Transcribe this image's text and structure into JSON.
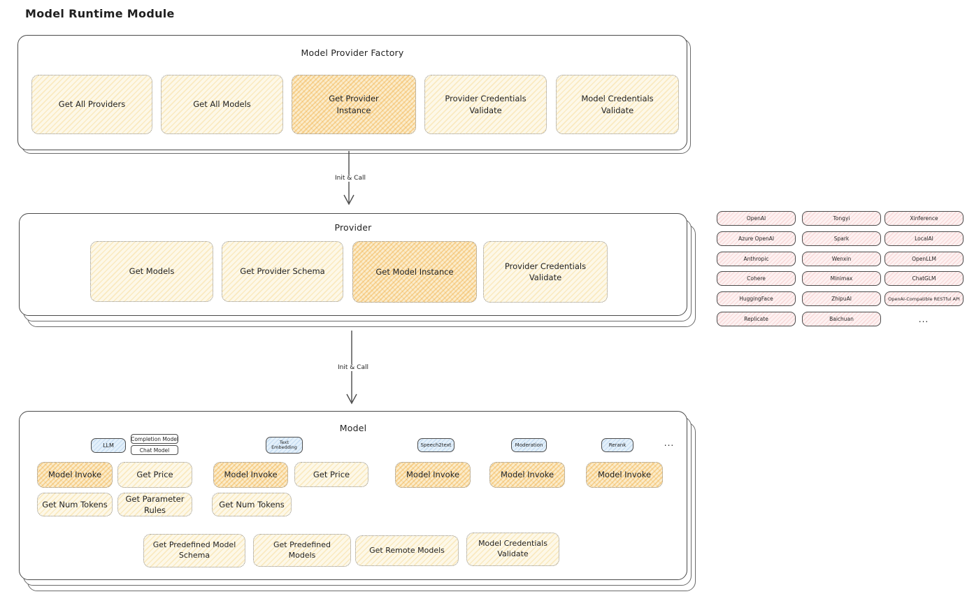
{
  "page_title": "Model Runtime Module",
  "colors": {
    "background": "#ffffff",
    "frame_border": "#4a4a4a",
    "pale_button_fill": "#fdf8e8",
    "pale_button_hatch": "#f2c45c",
    "highlight_button_fill": "#fbeccb",
    "highlight_button_hatch": "#efa634",
    "dotted_border": "#8e8e8e",
    "blue_pill_fill": "#e3f0fb",
    "pink_chip_fill": "#fdf1f1",
    "text": "#1f1f1f"
  },
  "factory": {
    "title": "Model Provider Factory",
    "buttons": [
      {
        "label": "Get All Providers",
        "highlighted": false
      },
      {
        "label": "Get All Models",
        "highlighted": false
      },
      {
        "label": "Get Provider Instance",
        "highlighted": true
      },
      {
        "label": "Provider Credentials Validate",
        "highlighted": false
      },
      {
        "label": "Model Credentials Validate",
        "highlighted": false
      }
    ]
  },
  "flow": {
    "factory_to_provider_label": "Init & Call",
    "provider_to_model_label": "Init & Call"
  },
  "provider": {
    "title": "Provider",
    "buttons": [
      {
        "label": "Get Models",
        "highlighted": false
      },
      {
        "label": "Get Provider Schema",
        "highlighted": false
      },
      {
        "label": "Get Model Instance",
        "highlighted": true
      },
      {
        "label": "Provider Credentials Validate",
        "highlighted": false
      }
    ]
  },
  "model": {
    "title": "Model",
    "type_pills": {
      "llm": "LLM",
      "completion_model_tag": "Completion Model",
      "chat_model_tag": "Chat Model",
      "text_embedding": "Text Embedding",
      "speech2text": "Speech2text",
      "moderation": "Moderation",
      "rerank": "Rerank",
      "more": "..."
    },
    "operations": {
      "llm_model_invoke": "Model Invoke",
      "llm_get_price": "Get Price",
      "llm_get_num_tokens": "Get Num Tokens",
      "llm_get_parameter_rules": "Get Parameter Rules",
      "text_embedding_model_invoke": "Model Invoke",
      "text_embedding_get_price": "Get Price",
      "text_embedding_get_num_tokens": "Get Num Tokens",
      "speech2text_model_invoke": "Model Invoke",
      "moderation_model_invoke": "Model Invoke",
      "rerank_model_invoke": "Model Invoke"
    },
    "bottom_buttons": [
      {
        "label": "Get Predefined Model Schema"
      },
      {
        "label": "Get Predefined Models"
      },
      {
        "label": "Get Remote Models"
      },
      {
        "label": "Model Credentials Validate"
      }
    ]
  },
  "providers_panel": {
    "columns": [
      [
        "OpenAI",
        "Azure OpenAI",
        "Anthropic",
        "Cohere",
        "HuggingFace",
        "Replicate"
      ],
      [
        "Tongyi",
        "Spark",
        "Wenxin",
        "Minimax",
        "ZhipuAI",
        "Baichuan"
      ],
      [
        "Xinference",
        "LocalAI",
        "OpenLLM",
        "ChatGLM",
        "OpenAI-Compatible RESTful API"
      ]
    ],
    "more": "..."
  }
}
